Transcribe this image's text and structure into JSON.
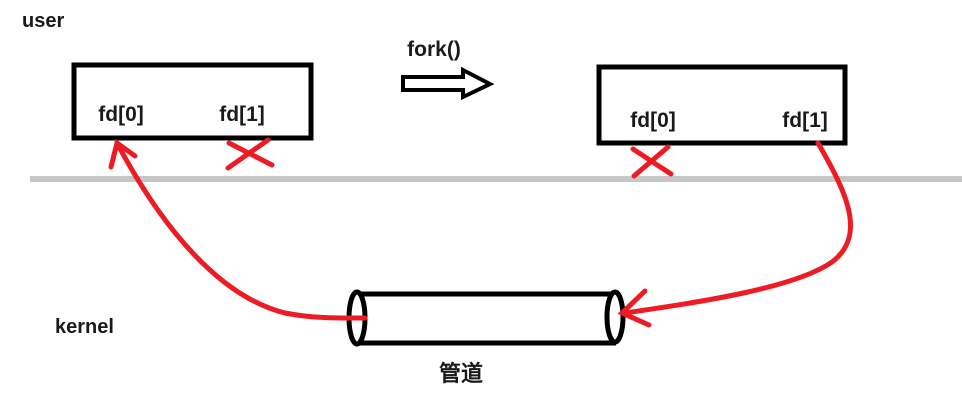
{
  "diagram_title": "pipe-after-fork-diagram",
  "labels": {
    "user_space": "user",
    "kernel_space": "kernel",
    "fork_call": "fork()",
    "pipe": "管道"
  },
  "parent_process_box": {
    "fd0": "fd[0]",
    "fd1": "fd[1]"
  },
  "child_process_box": {
    "fd0": "fd[0]",
    "fd1": "fd[1]"
  },
  "icons": [
    "fork-arrow-icon",
    "closed-fd-x-icon",
    "read-end-arrow-icon",
    "write-end-arrow-icon",
    "pipe-cylinder-icon"
  ],
  "colors": {
    "ink": "#1a1a1a",
    "stroke_black": "#000000",
    "highlight_red": "#ed1c24",
    "divider_gray": "#c6c6c6",
    "background": "#ffffff"
  }
}
